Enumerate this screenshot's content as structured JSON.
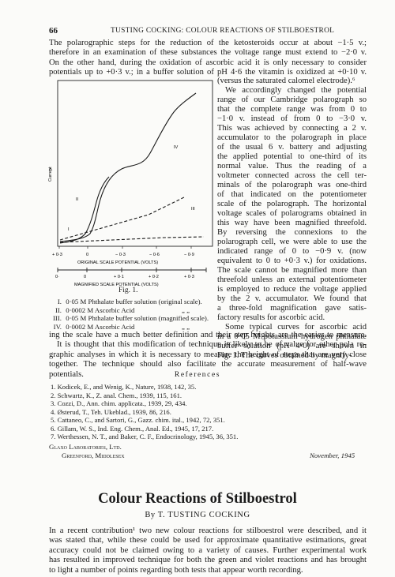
{
  "header": {
    "page_number": "66",
    "running_title": "TUSTING COCKING: COLOUR REACTIONS OF STILBOESTROL"
  },
  "body_top": [
    "The polarographic steps for the reduction of the ketosteroids occur at about −1·5 v.;",
    "therefore in an examination of these substances the voltage range must extend to −2·0 v.",
    "On the other hand, during the oxidation of ascorbic acid it is only necessary to consider",
    "potentials up to +0·3 v.; in a buffer solution of pH 4·6 the vitamin is oxidized at +0·10 v."
  ],
  "right_column": [
    "(versus the saturated calomel electrode).⁶",
    "We accordingly changed the potential",
    "range of our Cambridge polarograph so",
    "that the complete range was from 0 to",
    "−1·0 v. instead of from 0 to −3·0 v.",
    "This was achieved by connecting a 2 v.",
    "accumulator to the polarograph in place",
    "of the usual 6 v. battery and adjusting",
    "the applied potential to one-third of its",
    "normal value. Thus the reading of a",
    "voltmeter connected across the cell ter-",
    "minals of the polarograph was one-third",
    "of that indicated on the potentiometer",
    "scale of the polarograph. The horizontal",
    "voltage scales of polarograms obtained in",
    "this way have been magnified threefold.",
    "By reversing the connexions to the",
    "polarograph cell, we were able to use the",
    "indicated range of 0 to −0·9 v. (now",
    "equivalent to 0 to +0·3 v.) for oxidations.",
    "The scale cannot be magnified more than",
    "threefold unless an external potentiometer",
    "is employed to reduce the voltage applied",
    "by the 2 v. accumulator. We found that",
    "a three-fold magnification gave satis-",
    "factory results for ascorbic acid.",
    "Some typical curves for ascorbic acid",
    "in a 0·05 M potassium hydrogen phthalate",
    "buffer solution (pH 4·0) are shown in",
    "Fig. 1. The curves obtained by magnify-"
  ],
  "figure": {
    "y_axis_label": "Current",
    "curve_labels": [
      "I",
      "II",
      "III",
      "IV"
    ],
    "original_ticks": [
      "+ 0·3",
      "0",
      "− 0·3",
      "− 0·6",
      "− 0·9"
    ],
    "original_scale_label": "ORIGINAL SCALE  POTENTIAL (VOLTS)",
    "magnified_ticks": [
      "0·",
      "0",
      "+ 0·1",
      "+ 0·2",
      "+ 0·3"
    ],
    "magnified_scale_label": "MAGNIFIED SCALE  POTENTIAL (VOLTS)",
    "caption": "Fig. 1.",
    "legend": [
      {
        "num": "I.",
        "text": "0·05 M Phthalate buffer solution (original scale)."
      },
      {
        "num": "II.",
        "text": "0·0002 M Ascorbic Acid",
        "ditto": "„ „"
      },
      {
        "num": "III.",
        "text": "0·05 M Phthalate buffer solution (magnified scale)."
      },
      {
        "num": "IV.",
        "text": "0·0002 M Ascorbic Acid",
        "ditto": "„ „"
      }
    ]
  },
  "body_bottom": [
    "ing the scale have a much better definition and their step heights are the easier to measure.",
    "It is thought that this modification of technique is likely to be of value for other pola ro-",
    "graphic analyses in which it is necessary to measure the height of steps that are very close",
    "together. The technique should also facilitate the accurate measurement of half-wave",
    "potentials."
  ],
  "references_heading": "References",
  "references": [
    "1. Kodicek, E., and Wenig, K., Nature, 1938, 142, 35.",
    "2. Schwartz, K., Z. anal. Chem., 1939, 115, 161.",
    "3. Cozzi, D., Ann. chim. applicata., 1939, 29, 434.",
    "4. Østerud, T., Teh. Ukeblad., 1939, 86, 216.",
    "5. Cattaneo, C., and Sartori, G., Gazz. chim. ital., 1942, 72, 351.",
    "6. Gillam, W. S., Ind. Eng. Chem., Anal. Ed., 1945, 17, 217.",
    "7. Werthessen, N. T., and Baker, C. F., Endocrinology, 1945, 36, 351."
  ],
  "affiliation": {
    "lab": "Glaxo Laboratories, Ltd.",
    "place": "Greenford, Middlesex",
    "date": "November, 1945"
  },
  "article": {
    "title": "Colour Reactions of Stilboestrol",
    "byline": "By T. TUSTING COCKING",
    "intro": [
      "In a recent contribution¹ two new colour reactions for stilboestrol were described, and it",
      "was stated that, while these could be used for approximate quantitative estimations, great",
      "accuracy could not be claimed owing to a variety of causes. Further experimental work",
      "has resulted in improved technique for both the green and violet reactions and has brought",
      "to light a number of points regarding both tests that appear worth recording."
    ]
  }
}
